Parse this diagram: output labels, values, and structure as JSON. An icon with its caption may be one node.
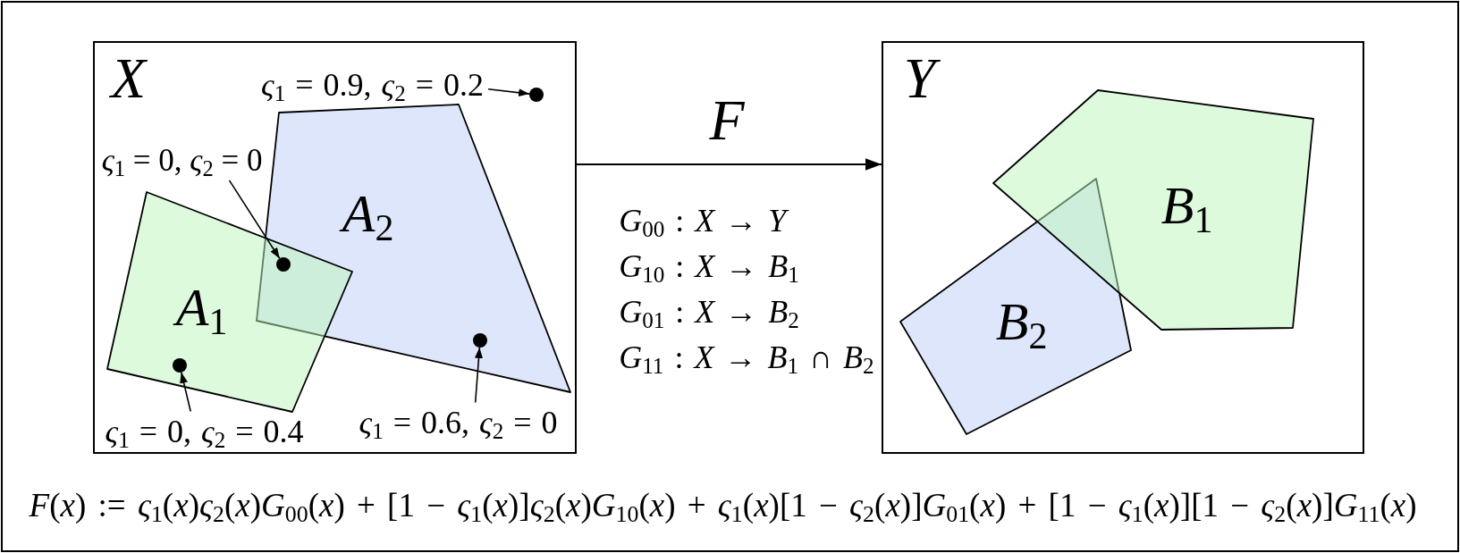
{
  "diagram": {
    "caption": "F(x) := ς$_{1}$(x)ς$_{2}$(x)G$_{00}$(x) + [1 − ς$_{1}$(x)]ς$_{2}$(x)G$_{10}$(x) + ς$_{1}$(x)[1 − ς$_{2}$(x)]G$_{01}$(x) + [1 − ς$_{1}$(x)][1 − ς$_{2}$(x)]G$_{11}$(x)",
    "nodes": [
      {
        "text": [
          "X"
        ]
      },
      {
        "text": [
          "ς$_{1}$ = 0.9, ς$_{2}$ = 0.2"
        ],
        "in": 0
      },
      {
        "text": [],
        "shape": "circle",
        "in": 0
      },
      {
        "text": [
          "A$_{2}$"
        ],
        "in": 0
      },
      {
        "text": [
          "ς$_{1}$ = 0, ς$_{2}$ = 0"
        ],
        "in": 0
      },
      {
        "text": [],
        "shape": "circle"
      },
      {
        "text": [
          "A$_{1}$"
        ],
        "in": 0
      },
      {
        "text": [],
        "shape": "circle",
        "in": 3
      },
      {
        "text": [],
        "shape": "circle",
        "in": 6
      },
      {
        "text": [
          "ς$_{1}$ = 0, ς$_{2}$ = 0.4"
        ],
        "in": 0
      },
      {
        "text": [
          "ς$_{1}$ = 0.6, ς$_{2}$ = 0"
        ],
        "in": 0
      },
      {
        "text": [
          "Y"
        ]
      },
      {
        "text": [
          "B$_{1}$"
        ],
        "in": 11
      },
      {
        "text": [
          "B$_{2}$"
        ],
        "in": 11
      }
    ],
    "edges": [
      {
        "from": 1,
        "to": 2,
        "arrow": "to"
      },
      {
        "from": 4,
        "to": 5,
        "arrow": "to"
      },
      {
        "from": 9,
        "to": 8,
        "arrow": "to"
      },
      {
        "from": 10,
        "to": 7,
        "arrow": "to"
      },
      {
        "from": 0,
        "to": 11,
        "arrow": "to",
        "label": "F"
      }
    ],
    "labels": [
      "G$_{00}$ : X → Y",
      "G$_{10}$ : X → B$_{1}$",
      "G$_{01}$ : X → B$_{2}$",
      "G$_{11}$ : X → B$_{1}$ ∩ B$_{2}$"
    ]
  }
}
